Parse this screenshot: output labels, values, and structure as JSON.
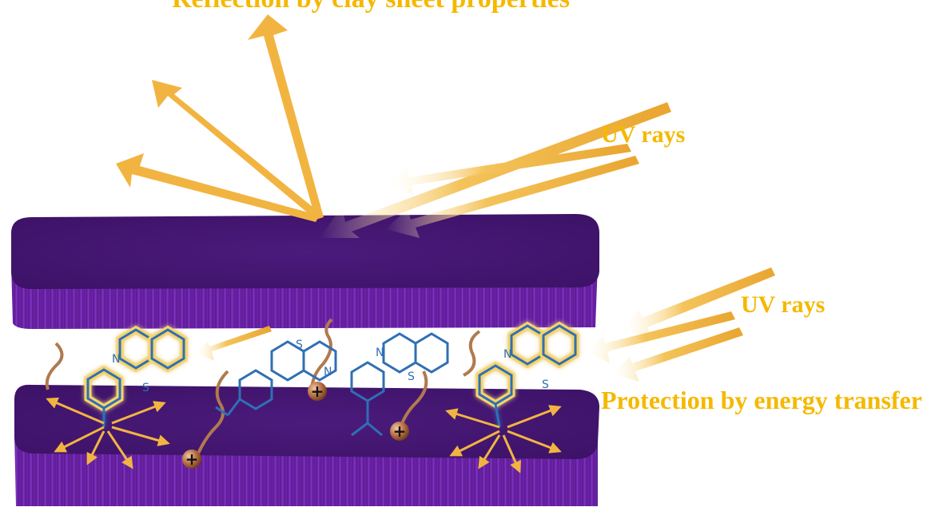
{
  "labels": {
    "top_partial": "Reflection by clay sheet properties",
    "uv_rays_1": "UV rays",
    "uv_rays_2": "UV rays",
    "protection": "Protection by energy transfer"
  },
  "molecule_atoms": {
    "nitrogen": "N",
    "sulfur": "S",
    "cation": "+"
  },
  "colors": {
    "label_text": "#F5B800",
    "clay_sheet_top": "#4a1a7a",
    "clay_sheet_side": "#6a22a8",
    "arrow_gold": "#F2B441",
    "molecule_blue": "#2f6fb5",
    "molecule_glow": "#f7d46a",
    "tether_brown": "#b07a4e",
    "cation_bronze": "#a8643a"
  }
}
